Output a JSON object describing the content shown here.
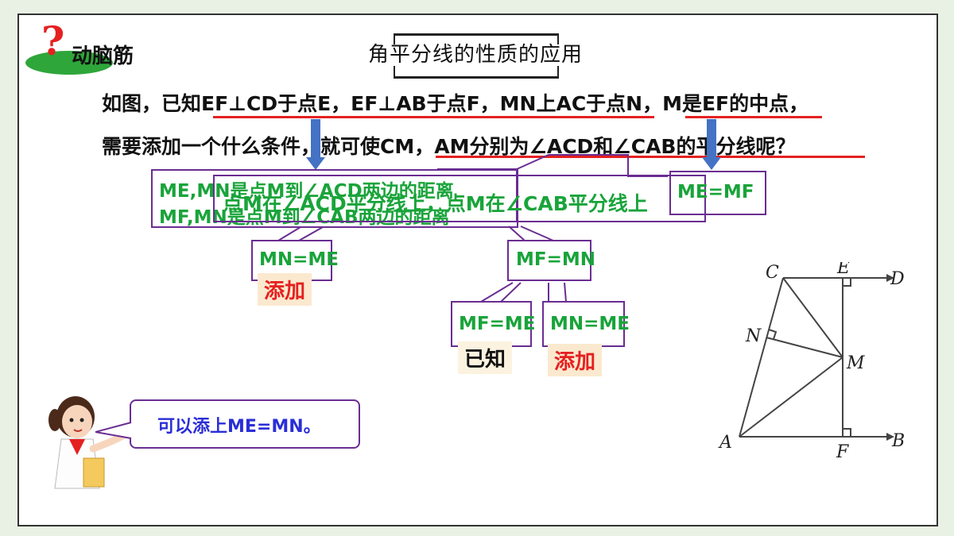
{
  "header": {
    "badge_label": "动脑筋",
    "title": "角平分线的性质的应用"
  },
  "problem": {
    "line1": "如图，已知EF⊥CD于点E，EF⊥AB于点F，MN上AC于点N，M是EF的中点，",
    "line2": "需要添加一个什么条件，就可使CM，AM分别为∠ACD和∠CAB的平分线呢？"
  },
  "analysis": {
    "dist_line1": "ME,MN是点M到∠ACD两边的距离",
    "dist_line2": "MF,MN是点M到∠CAB两边的距离",
    "on_bisectors": "点M在∠ACD平分线上，点M在∠CAB平分线上",
    "me_mf": "ME=MF",
    "mn_me": "MN=ME",
    "mn_me_tag": "添加",
    "mf_mn": "MF=MN",
    "mf_me": "MF=ME",
    "mf_me_tag": "已知",
    "mn_me2": "MN=ME",
    "mn_me2_tag": "添加"
  },
  "speech": {
    "text": "可以添上ME=MN。"
  },
  "figure": {
    "labels": {
      "C": "C",
      "E": "E",
      "D": "D",
      "N": "N",
      "M": "M",
      "A": "A",
      "F": "F",
      "B": "B"
    }
  },
  "colors": {
    "purple_box": "#6a2d91",
    "green_text": "#19a43a",
    "red_text": "#e52020",
    "arrow": "#4472c4",
    "speech_text": "#2a2ed8"
  }
}
